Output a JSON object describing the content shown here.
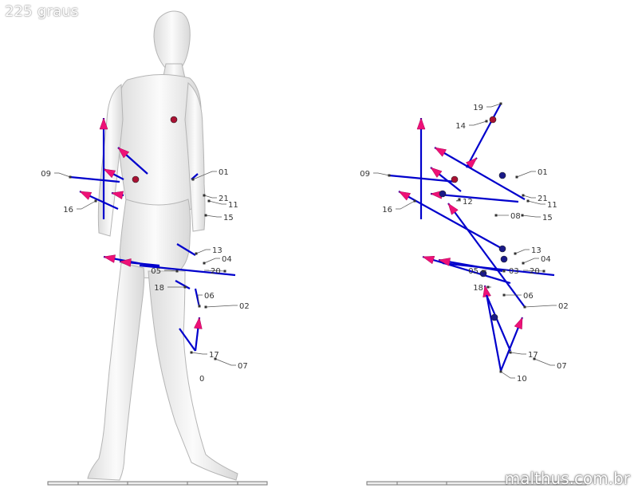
{
  "title": "225 graus",
  "watermark": "malthus.com.br",
  "labels": [
    "01",
    "02",
    "04",
    "05",
    "06",
    "07",
    "09",
    "10",
    "11",
    "13",
    "14",
    "15",
    "16",
    "17",
    "18",
    "19",
    "20",
    "21",
    "08",
    "12",
    "03"
  ],
  "colors": {
    "vector": "#0000cc",
    "arrow": "#ee1177",
    "marker_dark": "#1a1a88",
    "marker_red": "#aa1133",
    "body": "#f2f2f2",
    "floor": "#888888"
  }
}
